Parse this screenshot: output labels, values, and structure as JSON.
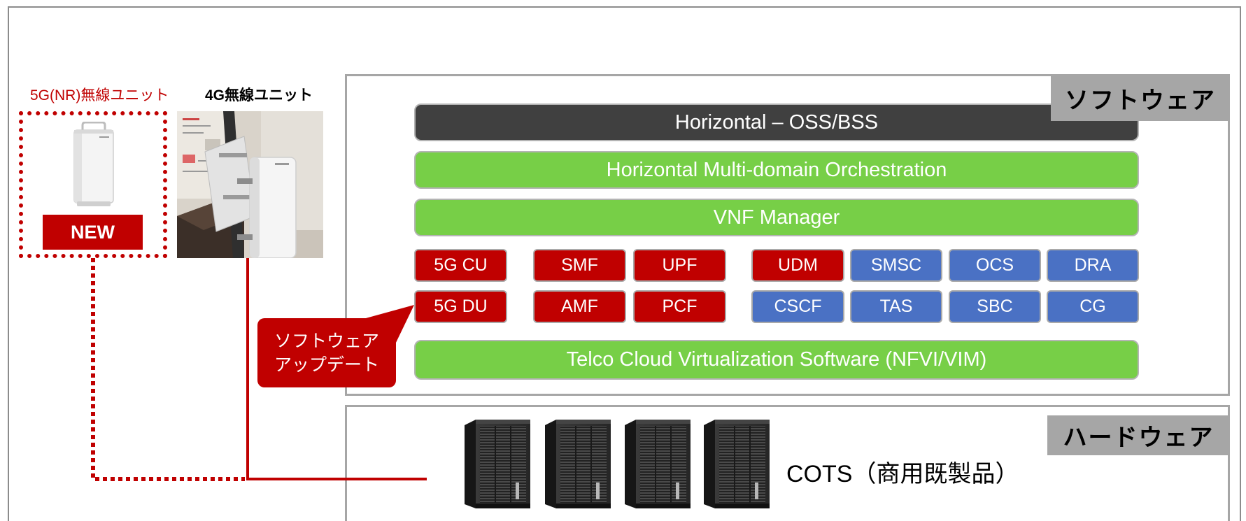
{
  "radio_units": {
    "nr_label": "5G(NR)無線ユニット",
    "new_badge": "NEW",
    "lte_label": "4G無線ユニット"
  },
  "software": {
    "label": "ソフトウェア",
    "oss_bss": "Horizontal – OSS/BSS",
    "orchestration": "Horizontal Multi-domain Orchestration",
    "vnf_manager": "VNF Manager",
    "functions_row1": [
      {
        "label": "5G CU",
        "color": "#c00000"
      },
      {
        "label": "SMF",
        "color": "#c00000"
      },
      {
        "label": "UPF",
        "color": "#c00000"
      },
      {
        "label": "UDM",
        "color": "#c00000"
      },
      {
        "label": "SMSC",
        "color": "#4a71c4"
      },
      {
        "label": "OCS",
        "color": "#4a71c4"
      },
      {
        "label": "DRA",
        "color": "#4a71c4"
      }
    ],
    "functions_row2": [
      {
        "label": "5G DU",
        "color": "#c00000"
      },
      {
        "label": "AMF",
        "color": "#c00000"
      },
      {
        "label": "PCF",
        "color": "#c00000"
      },
      {
        "label": "CSCF",
        "color": "#4a71c4"
      },
      {
        "label": "TAS",
        "color": "#4a71c4"
      },
      {
        "label": "SBC",
        "color": "#4a71c4"
      },
      {
        "label": "CG",
        "color": "#4a71c4"
      }
    ],
    "nfvi": "Telco Cloud Virtualization Software (NFVI/VIM)"
  },
  "update_callout": {
    "line1": "ソフトウェア",
    "line2": "アップデート"
  },
  "hardware": {
    "label": "ハードウェア",
    "cots": "COTS（商用既製品）",
    "server_icons": [
      "server-rack-icon",
      "server-rack-icon",
      "server-rack-icon",
      "server-rack-icon"
    ]
  },
  "colors": {
    "oss_bar": "#404040",
    "layer_green": "#77cf47",
    "accent_red": "#c00000",
    "function_blue": "#4a71c4",
    "tag_gray": "#a6a6a6"
  }
}
